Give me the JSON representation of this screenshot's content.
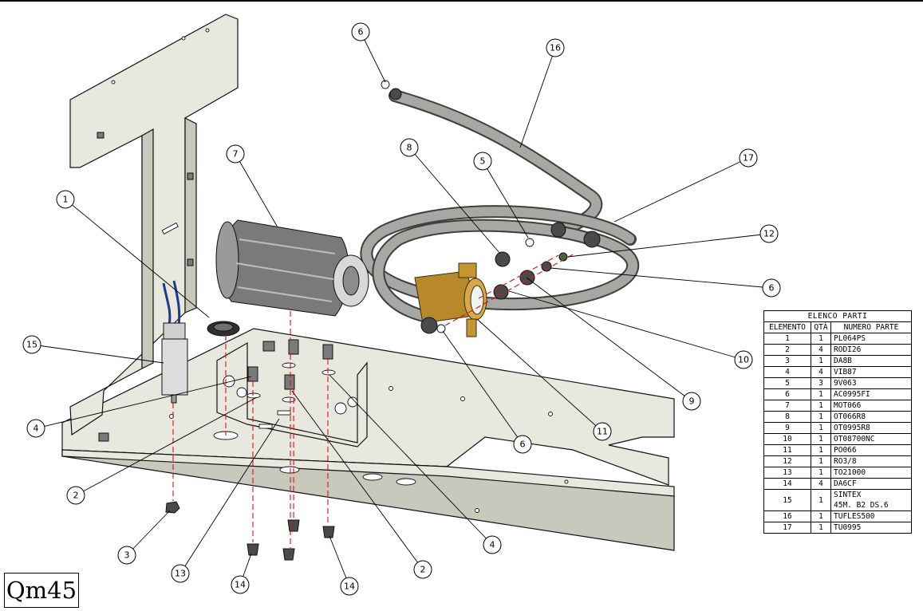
{
  "drawing_id": "Qm45",
  "parts_list": {
    "title": "ELENCO PARTI",
    "columns": [
      "ELEMENTO",
      "QTÀ",
      "NUMERO PARTE"
    ],
    "rows": [
      {
        "element": "1",
        "qty": "1",
        "part": "PL064PS"
      },
      {
        "element": "2",
        "qty": "4",
        "part": "RODI26"
      },
      {
        "element": "3",
        "qty": "1",
        "part": "DA8B"
      },
      {
        "element": "4",
        "qty": "4",
        "part": "VIB87"
      },
      {
        "element": "5",
        "qty": "3",
        "part": "9V063"
      },
      {
        "element": "6",
        "qty": "1",
        "part": "AC0995FI"
      },
      {
        "element": "7",
        "qty": "1",
        "part": "MOT066"
      },
      {
        "element": "8",
        "qty": "1",
        "part": "OT066R8"
      },
      {
        "element": "9",
        "qty": "1",
        "part": "OT0995R8"
      },
      {
        "element": "10",
        "qty": "1",
        "part": "OT08700NC"
      },
      {
        "element": "11",
        "qty": "1",
        "part": "PO066"
      },
      {
        "element": "12",
        "qty": "1",
        "part": "RO3/8"
      },
      {
        "element": "13",
        "qty": "1",
        "part": "TO21000"
      },
      {
        "element": "14",
        "qty": "4",
        "part": "DA6CF"
      },
      {
        "element": "15",
        "qty": "1",
        "part": "SINTEX\n45M. B2 DS.6"
      },
      {
        "element": "16",
        "qty": "1",
        "part": "TUFLES500"
      },
      {
        "element": "17",
        "qty": "1",
        "part": "TU0995"
      }
    ]
  },
  "balloons": [
    {
      "label": "6"
    },
    {
      "label": "16"
    },
    {
      "label": "8"
    },
    {
      "label": "5"
    },
    {
      "label": "7"
    },
    {
      "label": "17"
    },
    {
      "label": "1"
    },
    {
      "label": "12"
    },
    {
      "label": "6"
    },
    {
      "label": "15"
    },
    {
      "label": "10"
    },
    {
      "label": "9"
    },
    {
      "label": "4"
    },
    {
      "label": "11"
    },
    {
      "label": "6"
    },
    {
      "label": "2"
    },
    {
      "label": "4"
    },
    {
      "label": "3"
    },
    {
      "label": "13"
    },
    {
      "label": "2"
    },
    {
      "label": "14"
    },
    {
      "label": "14"
    }
  ]
}
